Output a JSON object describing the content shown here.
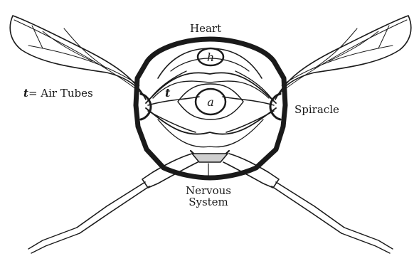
{
  "labels": {
    "heart": "Heart",
    "air_tubes_symbol": "t",
    "air_tubes": "= Air Tubes",
    "tube_marker": "t",
    "spiracle": "Spiracle",
    "nervous_line1": "Nervous",
    "nervous_line2": "System",
    "heart_letter": "h",
    "organ_letter": "a"
  },
  "colors": {
    "ink": "#1a1a1a",
    "paper": "#ffffff"
  }
}
